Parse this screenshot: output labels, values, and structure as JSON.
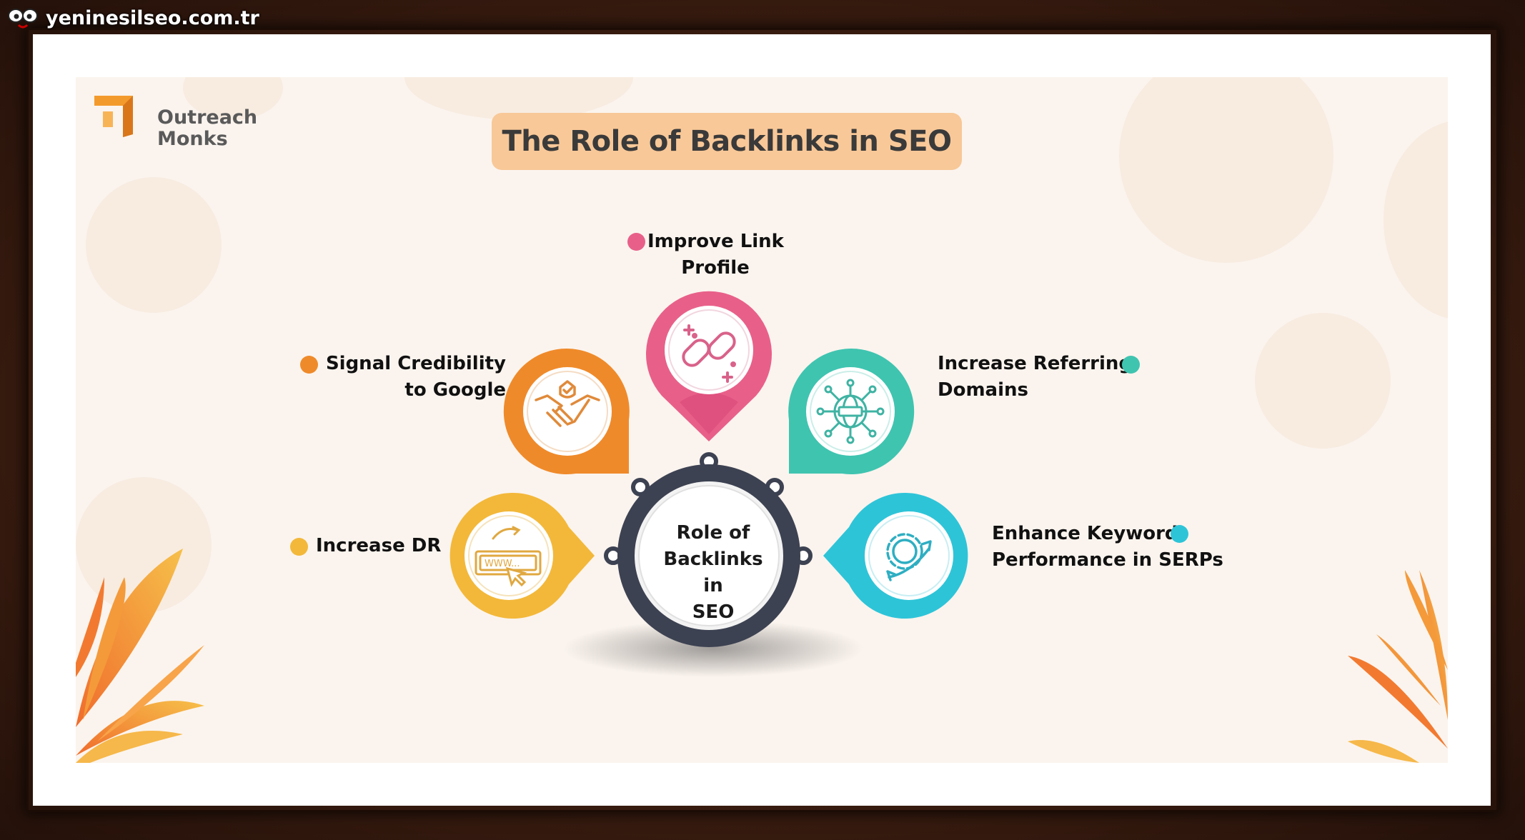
{
  "watermark": {
    "site": "yeninesilseo.com.tr"
  },
  "logo": {
    "line1": "Outreach",
    "line2": "Monks"
  },
  "title": "The Role of Backlinks in SEO",
  "center": {
    "lines": [
      "Role of",
      "Backlinks in",
      "SEO"
    ]
  },
  "items": [
    {
      "lines": [
        "Improve Link",
        "Profile"
      ],
      "color": "#e8608a",
      "icon": "chain-link-icon"
    },
    {
      "lines": [
        "Signal Credibility",
        "to Google"
      ],
      "color": "#ef8a2a",
      "icon": "handshake-icon"
    },
    {
      "lines": [
        "Increase Referring",
        "Domains"
      ],
      "color": "#3fc4b0",
      "icon": "globe-network-icon"
    },
    {
      "lines": [
        "Increase DR"
      ],
      "color": "#f3b83a",
      "icon": "www-click-icon"
    },
    {
      "lines": [
        "Enhance Keyword",
        "Performance in SERPs"
      ],
      "color": "#2ec4d8",
      "icon": "gear-growth-icon"
    }
  ],
  "colors": {
    "title_bg": "#f8c898",
    "background": "#fbf4ee",
    "center_ring": "#3d4252",
    "frame": "#3b1d10"
  }
}
